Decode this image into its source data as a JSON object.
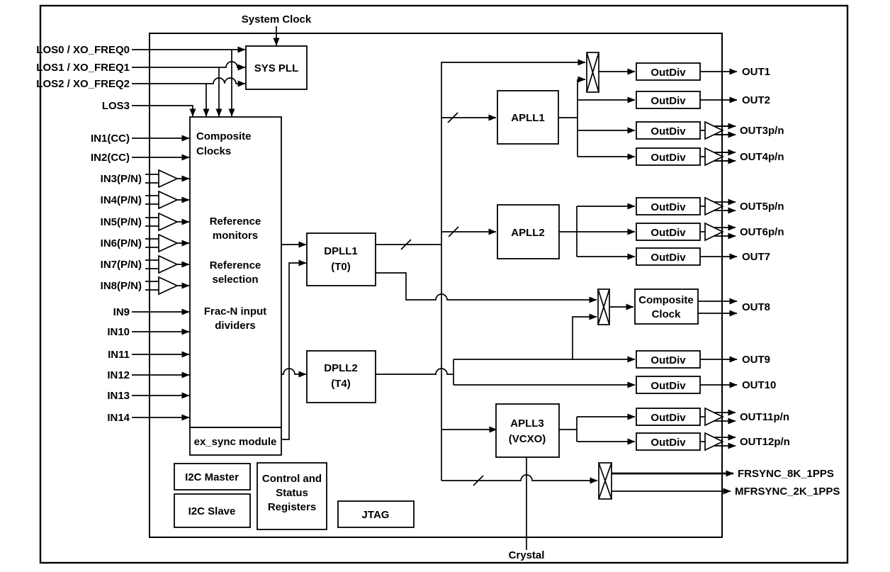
{
  "labels": {
    "system_clock": "System Clock",
    "crystal": "Crystal"
  },
  "inputs": [
    "LOS0 / XO_FREQ0",
    "LOS1 / XO_FREQ1",
    "LOS2 / XO_FREQ2",
    "LOS3",
    "IN1(CC)",
    "IN2(CC)",
    "IN3(P/N)",
    "IN4(P/N)",
    "IN5(P/N)",
    "IN6(P/N)",
    "IN7(P/N)",
    "IN8(P/N)",
    "IN9",
    "IN10",
    "IN11",
    "IN12",
    "IN13",
    "IN14"
  ],
  "outputs": [
    "OUT1",
    "OUT2",
    "OUT3p/n",
    "OUT4p/n",
    "OUT5p/n",
    "OUT6p/n",
    "OUT7",
    "OUT8",
    "OUT9",
    "OUT10",
    "OUT11p/n",
    "OUT12p/n",
    "FRSYNC_8K_1PPS",
    "MFRSYNC_2K_1PPS"
  ],
  "blocks": {
    "sys_pll": "SYS PLL",
    "composite_clocks": [
      "Composite",
      "Clocks"
    ],
    "reference_monitors": [
      "Reference",
      "monitors"
    ],
    "reference_selection": [
      "Reference",
      "selection"
    ],
    "frac_n_dividers": [
      "Frac-N input",
      "dividers"
    ],
    "ex_sync": "ex_sync module",
    "dpll1": [
      "DPLL1",
      "(T0)"
    ],
    "dpll2": [
      "DPLL2",
      "(T4)"
    ],
    "apll1": "APLL1",
    "apll2": "APLL2",
    "apll3": [
      "APLL3",
      "(VCXO)"
    ],
    "composite_clock": [
      "Composite",
      "Clock"
    ],
    "outdiv": "OutDiv",
    "i2c_master": "I2C Master",
    "i2c_slave": "I2C Slave",
    "control_status": [
      "Control and",
      "Status",
      "Registers"
    ],
    "jtag": "JTAG"
  }
}
